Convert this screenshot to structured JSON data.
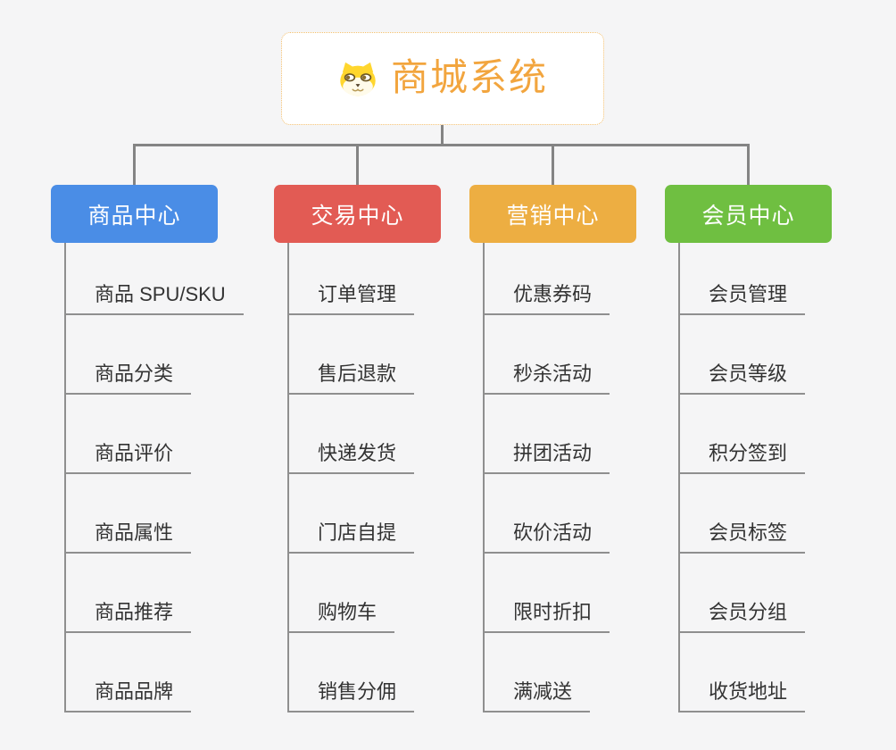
{
  "root": {
    "label": "商城系统",
    "icon": "dog-face-icon",
    "accent_color": "#F2A53E",
    "border_color": "#F3BF6E",
    "background": "#ffffff"
  },
  "connector_color": "#848484",
  "underline_color": "#8f8f8f",
  "page_background": "#f5f5f6",
  "branches": [
    {
      "label": "商品中心",
      "color": "#4A8DE6",
      "children": [
        "商品 SPU/SKU",
        "商品分类",
        "商品评价",
        "商品属性",
        "商品推荐",
        "商品品牌"
      ]
    },
    {
      "label": "交易中心",
      "color": "#E25B54",
      "children": [
        "订单管理",
        "售后退款",
        "快递发货",
        "门店自提",
        "购物车",
        "销售分佣"
      ]
    },
    {
      "label": "营销中心",
      "color": "#EDAE42",
      "children": [
        "优惠券码",
        "秒杀活动",
        "拼团活动",
        "砍价活动",
        "限时折扣",
        "满减送"
      ]
    },
    {
      "label": "会员中心",
      "color": "#6FBF41",
      "children": [
        "会员管理",
        "会员等级",
        "积分签到",
        "会员标签",
        "会员分组",
        "收货地址"
      ]
    }
  ]
}
